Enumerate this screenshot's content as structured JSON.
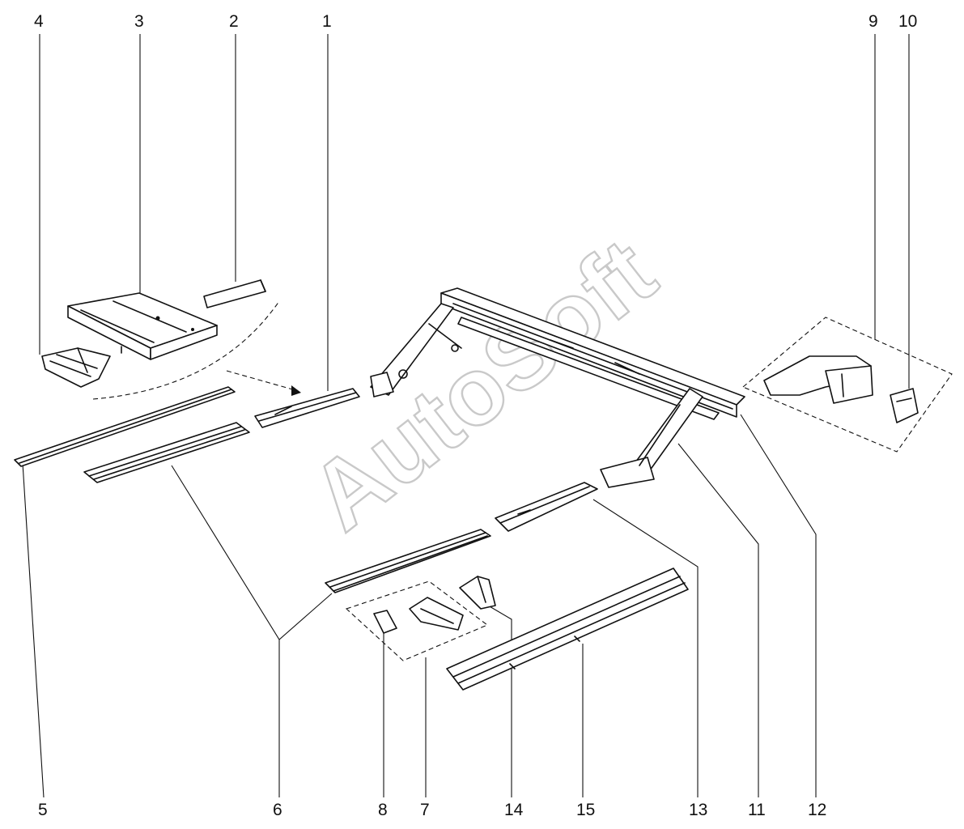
{
  "watermark": "AutoSoft",
  "labels": {
    "n1": "1",
    "n2": "2",
    "n3": "3",
    "n4": "4",
    "n5": "5",
    "n6": "6",
    "n7": "7",
    "n8": "8",
    "n9": "9",
    "n10": "10",
    "n11": "11",
    "n12": "12",
    "n13": "13",
    "n14": "14",
    "n15": "15"
  }
}
